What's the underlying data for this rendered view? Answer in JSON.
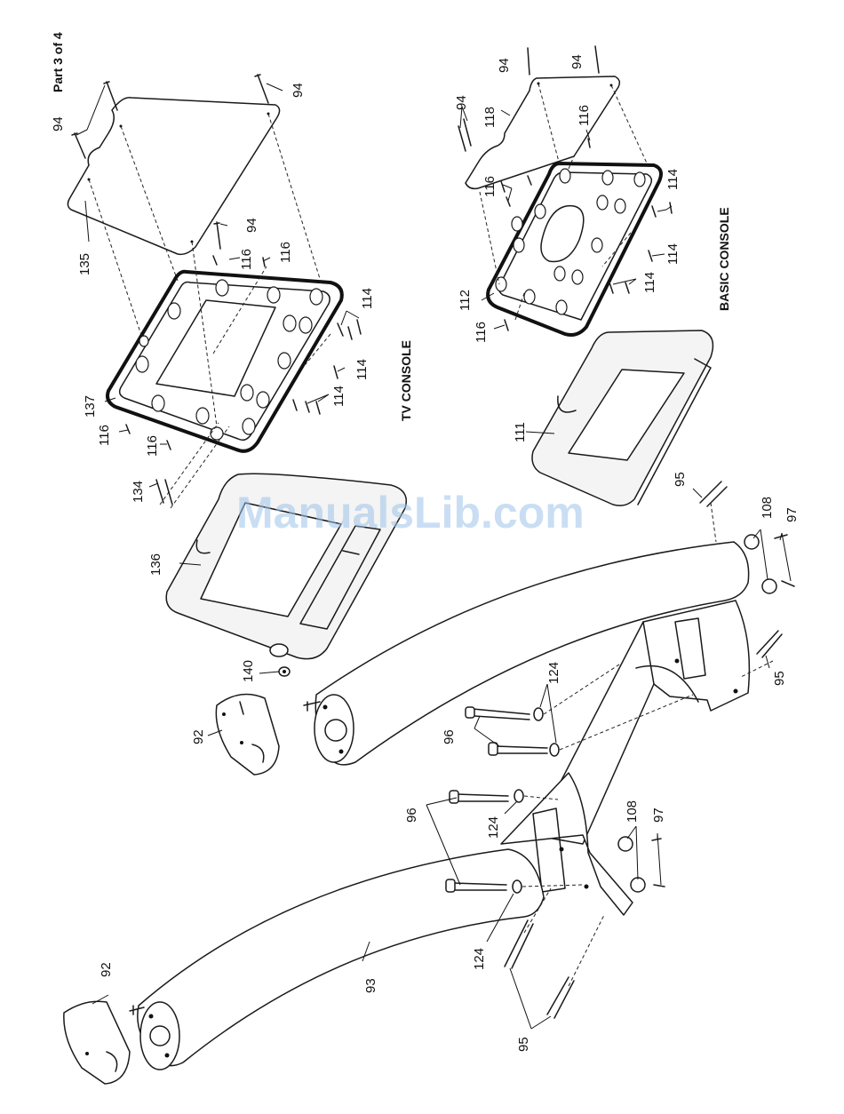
{
  "page_label": "Part 3 of 4",
  "watermark": "ManualsLib.com",
  "section_titles": {
    "tv_console": "TV CONSOLE",
    "basic_console": "BASIC CONSOLE"
  },
  "callouts": {
    "c94": "94",
    "c135": "135",
    "c137": "137",
    "c116": "116",
    "c114": "114",
    "c134": "134",
    "c136": "136",
    "c140": "140",
    "c92": "92",
    "c118": "118",
    "c112": "112",
    "c111": "111",
    "c95": "95",
    "c108": "108",
    "c97": "97",
    "c124": "124",
    "c96": "96",
    "c93": "93"
  }
}
